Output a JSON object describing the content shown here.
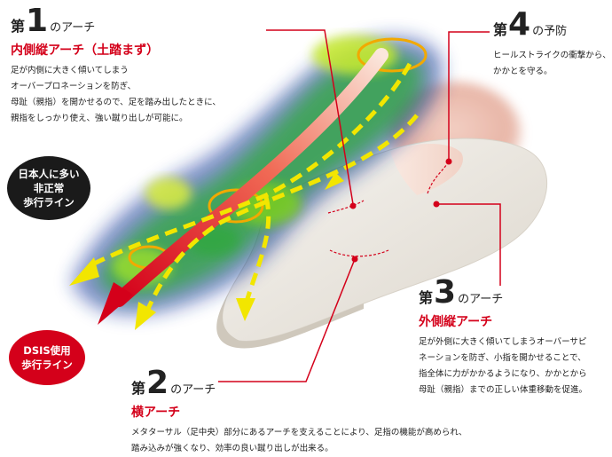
{
  "arch1": {
    "prefix": "第",
    "number": "1",
    "suffix": "のアーチ",
    "subtitle": "内側縦アーチ（土踏まず）",
    "lines": [
      "足が内側に大きく傾いてしまう",
      "オーバープロネーションを防ぎ、",
      "母趾（親指）を開かせるので、足を踏み出したときに、",
      "親指をしっかり使え、強い蹴り出しが可能に。"
    ]
  },
  "arch2": {
    "prefix": "第",
    "number": "2",
    "suffix": "のアーチ",
    "subtitle": "横アーチ",
    "lines": [
      "メタターサル（足中央）部分にあるアーチを支えることにより、足指の機能が高められ、",
      "踏み込みが強くなり、効率の良い蹴り出しが出来る。"
    ]
  },
  "arch3": {
    "prefix": "第",
    "number": "3",
    "suffix": "のアーチ",
    "subtitle": "外側縦アーチ",
    "lines": [
      "足が外側に大きく傾いてしまうオーバーサピ",
      "ネーションを防ぎ、小指を開かせることで、",
      "指全体に力がかかるようになり、かかとから",
      "母趾（親指）までの正しい体重移動を促進。"
    ]
  },
  "prevention4": {
    "prefix": "第",
    "number": "4",
    "suffix": "の予防",
    "lines": [
      "ヒールストライクの衝撃から、",
      "かかとを守る。"
    ]
  },
  "badges": {
    "japanese": {
      "lines": [
        "日本人に多い",
        "非正常",
        "歩行ライン"
      ],
      "color": "#1a1a1a"
    },
    "dsis": {
      "lines": [
        "DSIS使用",
        "歩行ライン"
      ],
      "color": "#d4001a"
    }
  },
  "colors": {
    "accent_red": "#d4001a",
    "dash_yellow": "#f2e600",
    "heat_green": "#7fd11e",
    "heat_blue": "#1a3aa0",
    "heel_pink": "#e8b4a8",
    "insole": "#eeeae3"
  }
}
